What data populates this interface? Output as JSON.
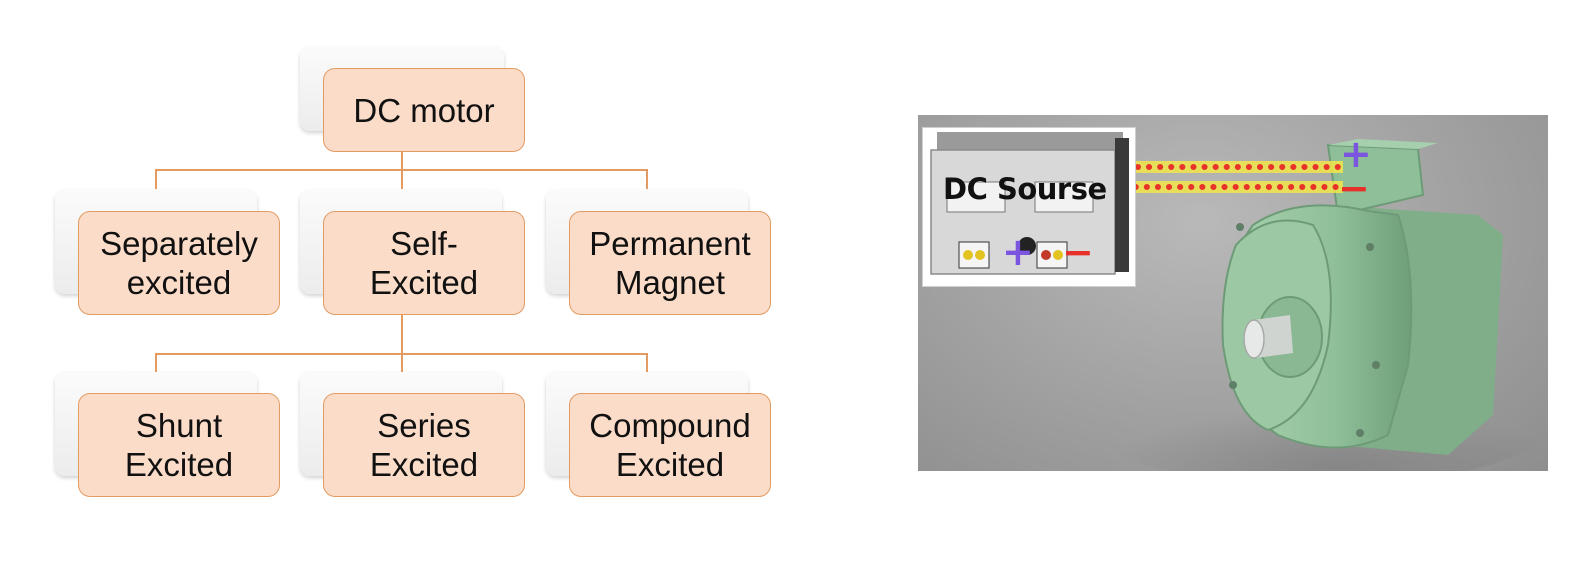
{
  "hierarchy": {
    "root": "DC motor",
    "level1": [
      "Separately\nexcited",
      "Self-\nExcited",
      "Permanent\nMagnet"
    ],
    "level2": [
      "Shunt\nExcited",
      "Series\nExcited",
      "Compound\nExcited"
    ]
  },
  "illustration": {
    "source_label": "DC Sourse",
    "plus_symbol": "+",
    "minus_symbol": "−",
    "colors": {
      "node_fill": "#fbdcc8",
      "node_border": "#e39b62",
      "motor_body": "#8fbf98",
      "wire_dots": "#e8332a",
      "wire_glow": "#f2e64a",
      "plus_sign": "#7b55e0",
      "minus_sign": "#e8302a"
    }
  }
}
